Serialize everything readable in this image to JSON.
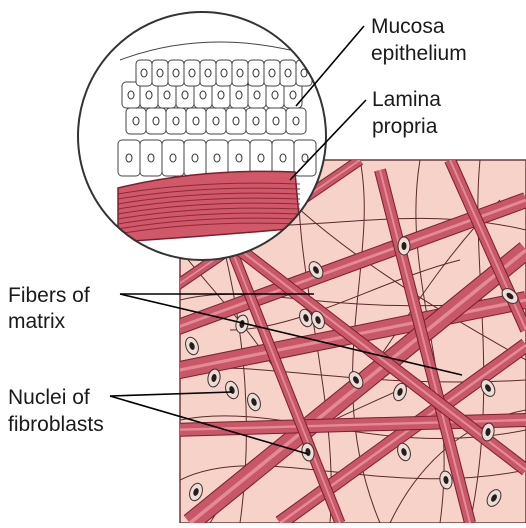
{
  "labels": {
    "mucosa": [
      "Mucosa",
      "epithelium"
    ],
    "lamina": [
      "Lamina",
      "propria"
    ],
    "fibers": [
      "Fibers of",
      "matrix"
    ],
    "nuclei": [
      "Nuclei of",
      "fibroblasts"
    ]
  },
  "colors": {
    "tissue_bg": "#f6d2c9",
    "fiber_fill": "#c85767",
    "fiber_stroke": "#7a1f30",
    "nucleus_fill": "#e8e0d8",
    "nucleus_dark": "#2a1a1a",
    "leader_line": "#000000",
    "text": "#1a1a1a",
    "epithelium_line": "#444444"
  }
}
